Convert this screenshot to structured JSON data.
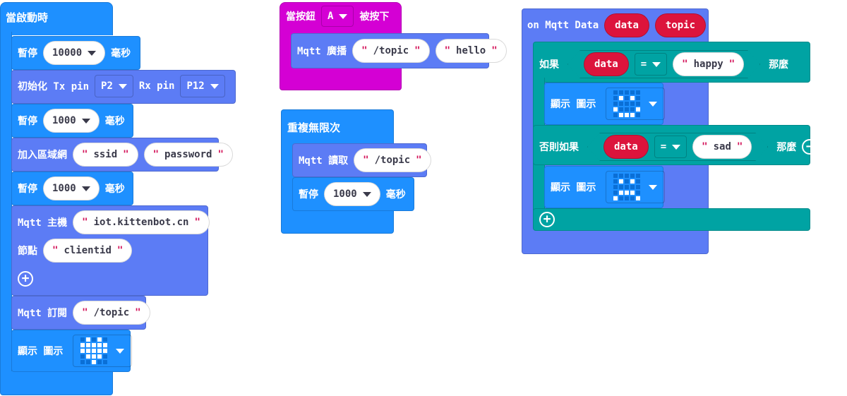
{
  "on_start": {
    "title": "當啟動時",
    "pause1": {
      "label": "暫停",
      "value": "10000",
      "unit": "毫秒"
    },
    "init": {
      "label": "初始化 Tx pin",
      "tx": "P2",
      "rx_label": "Rx pin",
      "rx": "P12"
    },
    "pause2": {
      "label": "暫停",
      "value": "1000",
      "unit": "毫秒"
    },
    "wifi": {
      "label": "加入區域網",
      "ssid": "ssid",
      "password": "password"
    },
    "pause3": {
      "label": "暫停",
      "value": "1000",
      "unit": "毫秒"
    },
    "host": {
      "label": "Mqtt 主機",
      "value": "iot.kittenbot.cn",
      "node_label": "節點",
      "node": "clientid"
    },
    "subscribe": {
      "label": "Mqtt 訂閱",
      "value": "/topic"
    },
    "show": {
      "label": "顯示 圖示",
      "icon": [
        [
          0,
          1,
          0,
          1,
          0
        ],
        [
          1,
          1,
          1,
          1,
          1
        ],
        [
          1,
          1,
          1,
          1,
          1
        ],
        [
          0,
          1,
          1,
          1,
          0
        ],
        [
          0,
          0,
          1,
          0,
          0
        ]
      ]
    }
  },
  "on_button": {
    "label_pre": "當按鈕",
    "button": "A",
    "label_post": "被按下",
    "publish": {
      "label": "Mqtt 廣播",
      "topic": "/topic",
      "message": "hello"
    }
  },
  "forever": {
    "title": "重複無限次",
    "read": {
      "label": "Mqtt 讀取",
      "topic": "/topic"
    },
    "pause": {
      "label": "暫停",
      "value": "1000",
      "unit": "毫秒"
    }
  },
  "on_mqtt": {
    "title": "on Mqtt Data",
    "var1": "data",
    "var2": "topic",
    "if": {
      "label": "如果",
      "var": "data",
      "op": "=",
      "value": "happy",
      "then": "那麼",
      "show": {
        "label": "顯示 圖示",
        "icon": [
          [
            0,
            0,
            0,
            0,
            0
          ],
          [
            0,
            1,
            0,
            1,
            0
          ],
          [
            0,
            0,
            0,
            0,
            0
          ],
          [
            1,
            0,
            0,
            0,
            1
          ],
          [
            0,
            1,
            1,
            1,
            0
          ]
        ]
      }
    },
    "elseif": {
      "label": "否則如果",
      "var": "data",
      "op": "=",
      "value": "sad",
      "then": "那麼",
      "show": {
        "label": "顯示 圖示",
        "icon": [
          [
            0,
            0,
            0,
            0,
            0
          ],
          [
            0,
            1,
            0,
            1,
            0
          ],
          [
            0,
            0,
            0,
            0,
            0
          ],
          [
            0,
            1,
            1,
            1,
            0
          ],
          [
            1,
            0,
            0,
            0,
            1
          ]
        ]
      }
    }
  },
  "colors": {
    "control": "#1e90ff",
    "mqtt": "#5c7cf5",
    "input": "#d400d4",
    "logic": "#00a3a3",
    "variable": "#dc143c"
  }
}
